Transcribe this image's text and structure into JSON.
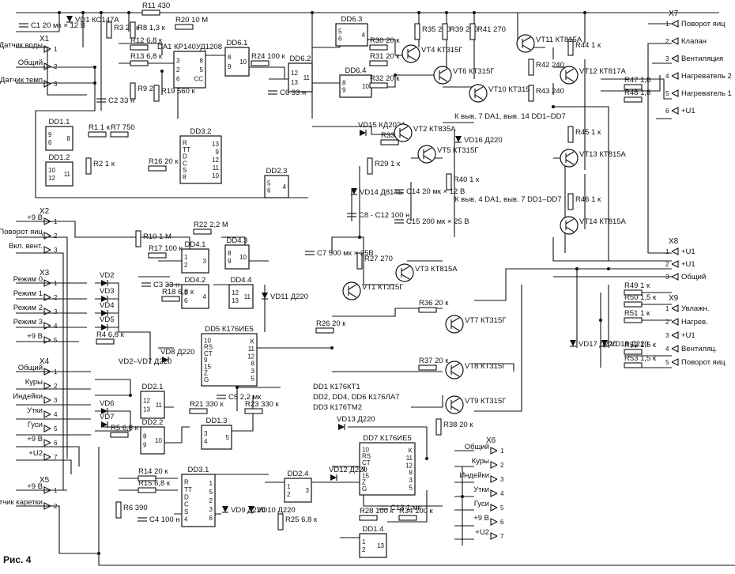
{
  "figure_label": "Рис. 4",
  "legend": [
    "DD1 К176КТ1",
    "DD2, DD4, DD6 К176ЛА7",
    "DD3 К176ТМ2"
  ],
  "connectors": [
    {
      "id": "X1",
      "pins": [
        "Датчик воды",
        "Общий",
        "Датчик темп"
      ]
    },
    {
      "id": "X2",
      "pins": [
        "+9 В",
        "Поворот яиц",
        "Вкл. вент."
      ]
    },
    {
      "id": "X3",
      "pins": [
        "Режим 0",
        "Режим 1",
        "Режим 2",
        "Режим 3",
        "+9 В"
      ]
    },
    {
      "id": "X4",
      "pins": [
        "Общий",
        "Куры",
        "Индейки",
        "Утки",
        "Гуси",
        "+9 В",
        "+U2"
      ]
    },
    {
      "id": "X5",
      "pins": [
        "+9 В",
        "Датчик каретки"
      ]
    },
    {
      "id": "X6",
      "pins": [
        "Общий",
        "Куры",
        "Индейки",
        "Утки",
        "Гуси",
        "+9 В",
        "+U2"
      ]
    },
    {
      "id": "X7",
      "pins": [
        "Поворот яиц",
        "Клапан",
        "Вентиляция",
        "Нагреватель 2",
        "Нагреватель 1",
        "+U1"
      ]
    },
    {
      "id": "X8",
      "pins": [
        "+U1",
        "+U1",
        "Общий"
      ]
    },
    {
      "id": "X9",
      "pins": [
        "Увлажн.",
        "Нагрев.",
        "+U1",
        "Вентиляц.",
        "Поворот яиц"
      ]
    }
  ],
  "chips": [
    {
      "id": "DD6.3",
      "pins": [
        "5",
        "6",
        "4"
      ]
    },
    {
      "id": "DD6.4",
      "pins": [
        "8",
        "9",
        "10"
      ]
    },
    {
      "id": "DD6.1",
      "pins": [
        "8",
        "9",
        "10"
      ]
    },
    {
      "id": "DD6.2",
      "pins": [
        "12",
        "13",
        "11"
      ]
    },
    {
      "id": "DD1.1",
      "pins": [
        "9",
        "6",
        "8"
      ]
    },
    {
      "id": "DD1.2",
      "pins": [
        "10",
        "12",
        "11"
      ]
    },
    {
      "id": "DD3.2",
      "pins": [
        "R",
        "TT",
        "D",
        "C",
        "S",
        "8",
        "13",
        "9",
        "12",
        "11",
        "10"
      ]
    },
    {
      "id": "DD2.3",
      "pins": [
        "5",
        "6",
        "4"
      ]
    },
    {
      "id": "DD4.1",
      "pins": [
        "1",
        "2",
        "3"
      ]
    },
    {
      "id": "DD4.3",
      "pins": [
        "8",
        "9",
        "10"
      ]
    },
    {
      "id": "DD4.2",
      "pins": [
        "5",
        "6",
        "4"
      ]
    },
    {
      "id": "DD4.4",
      "pins": [
        "12",
        "13",
        "11"
      ]
    },
    {
      "id": "DD5",
      "sub": "К176ИЕ5",
      "pins": [
        "10",
        "RS",
        "CT",
        "9",
        "15",
        "Z",
        "G",
        "K",
        "11",
        "12",
        "8",
        "3",
        "5"
      ]
    },
    {
      "id": "DD2.1",
      "pins": [
        "12",
        "13",
        "11"
      ]
    },
    {
      "id": "DD2.2",
      "pins": [
        "8",
        "9",
        "10"
      ]
    },
    {
      "id": "DD1.3",
      "pins": [
        "3",
        "4",
        "5"
      ]
    },
    {
      "id": "DD3.1",
      "pins": [
        "R",
        "TT",
        "D",
        "C",
        "S",
        "4",
        "1",
        "5",
        "2",
        "3",
        "6"
      ]
    },
    {
      "id": "DD2.4",
      "pins": [
        "1",
        "2",
        "3"
      ]
    },
    {
      "id": "DD7",
      "sub": "К176ИЕ5",
      "pins": [
        "10",
        "RS",
        "CT",
        "9",
        "15",
        "Z",
        "G",
        "K",
        "11",
        "12",
        "8",
        "3",
        "5"
      ]
    },
    {
      "id": "DD1.4",
      "pins": [
        "1",
        "2",
        "13"
      ]
    },
    {
      "id": "DA1",
      "sub": "КР140УД1208",
      "pins": [
        "3",
        "2",
        "6",
        "8",
        "5",
        "CC"
      ]
    }
  ],
  "resistors": [
    "R11 430",
    "R3 20 к",
    "R8 1,3 к",
    "R20 10 М",
    "R12 6,8 к",
    "R13 6,8 к",
    "R9 2 к",
    "R19 560 к",
    "R24 100 к",
    "R30 20 к",
    "R31 20 к",
    "R32 20 к",
    "R35 270",
    "R39 270",
    "R41 270",
    "R42 240",
    "R43 240",
    "R44 1 к",
    "R45 1 к",
    "R46 1 к",
    "R47 1,8",
    "R48 1,8",
    "R1 1 к",
    "R7 750",
    "R2 1 к",
    "R16 20 к",
    "R33 1 к",
    "R29 1 к",
    "R40 1 к",
    "R10 1 М",
    "R22 2,2 М",
    "R17 100 к",
    "R18 6,8 к",
    "R4 6,8 к",
    "R27 270",
    "R36 20 к",
    "R26 20 к",
    "R37 20 к",
    "R38 20 к",
    "R21 330 к",
    "R23 330 к",
    "R5 6,8 к",
    "R14 20 к",
    "R15 6,8 к",
    "R6 390",
    "R25 6,8 к",
    "R28 100 к",
    "R34 100 к",
    "R49 1 к",
    "R50 1,5 к",
    "R51 1 к",
    "R52 1,5 к",
    "R53 1,5 к"
  ],
  "capacitors": [
    "C1 20 мк × 12 В",
    "C2 33 н",
    "C6 33 н",
    "C14 20 мк × 12 В",
    "C8 - C12 100 н",
    "C15 200 мк × 25 В",
    "C7 500 мк × 25В",
    "C3 33 н",
    "C5 2,2 мк",
    "C4 100 н",
    "C13 1 мк"
  ],
  "diodes": [
    "VD1 КС147А",
    "VD15 КД202А",
    "VD16 Д220",
    "VD14 Д814Б",
    "VD2",
    "VD3",
    "VD4",
    "VD5",
    "VD11 Д220",
    "VD8 Д220",
    "VD2–VD7 Д220",
    "VD6",
    "VD7",
    "VD13 Д220",
    "VD12 Д220",
    "VD9 Д220",
    "VD10 Д220",
    "VD17 Д220",
    "VD18 Д220"
  ],
  "transistors": [
    "VT11 КТ815А",
    "VT12 КТ817А",
    "VT13 КТ815А",
    "VT14 КТ815А",
    "VT4 КТ315Г",
    "VT6 КТ315Г",
    "VT10 КТ315",
    "VT2 КТ835А",
    "VT5 КТ315Г",
    "VT3 КТ815А",
    "VT1 КТ315Г",
    "VT7 КТ315Г",
    "VT8 КТ315Г",
    "VT9 КТ315Г"
  ],
  "notes": [
    "К выв. 7 DA1, выв. 14 DD1–DD7",
    "К выв. 4 DA1, выв. 7 DD1–DD7"
  ]
}
